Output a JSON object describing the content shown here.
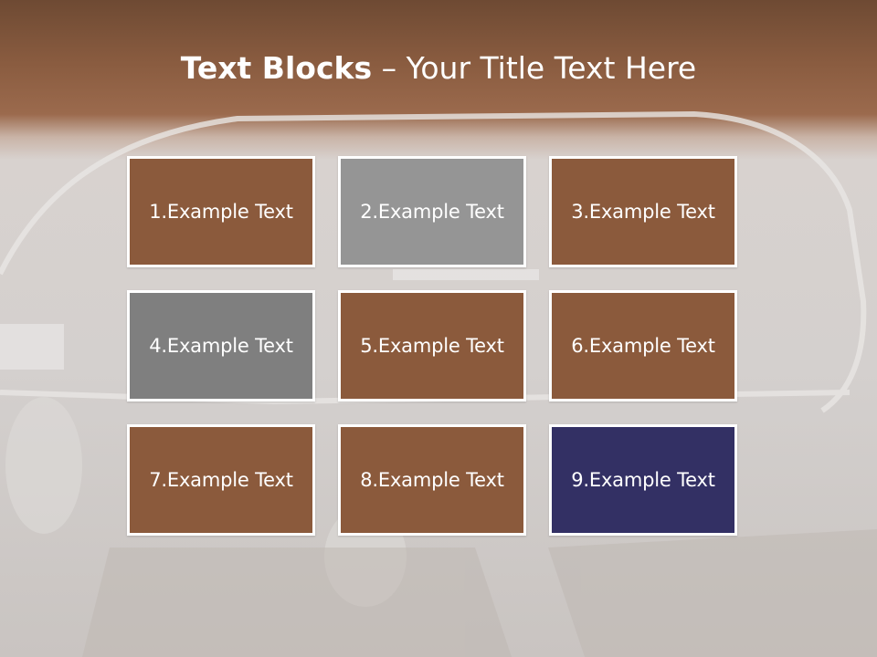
{
  "slide": {
    "title_bold": "Text Blocks",
    "title_dash": " – ",
    "title_rest": "Your Title Text Here"
  },
  "colors": {
    "brown": "#8b5a3c",
    "gray_light": "#959595",
    "gray_dark": "#7f7f7f",
    "navy": "#333064",
    "title_band": "#8a5c40",
    "text": "#ffffff"
  },
  "blocks": [
    {
      "label": "1.Example Text",
      "color": "#8b5a3c"
    },
    {
      "label": "2.Example Text",
      "color": "#959595"
    },
    {
      "label": "3.Example Text",
      "color": "#8b5a3c"
    },
    {
      "label": "4.Example Text",
      "color": "#7f7f7f"
    },
    {
      "label": "5.Example Text",
      "color": "#8b5a3c"
    },
    {
      "label": "6.Example Text",
      "color": "#8b5a3c"
    },
    {
      "label": "7.Example Text",
      "color": "#8b5a3c"
    },
    {
      "label": "8.Example Text",
      "color": "#8b5a3c"
    },
    {
      "label": "9.Example Text",
      "color": "#333064"
    }
  ],
  "background": {
    "image_subject": "car-showroom-photo"
  }
}
